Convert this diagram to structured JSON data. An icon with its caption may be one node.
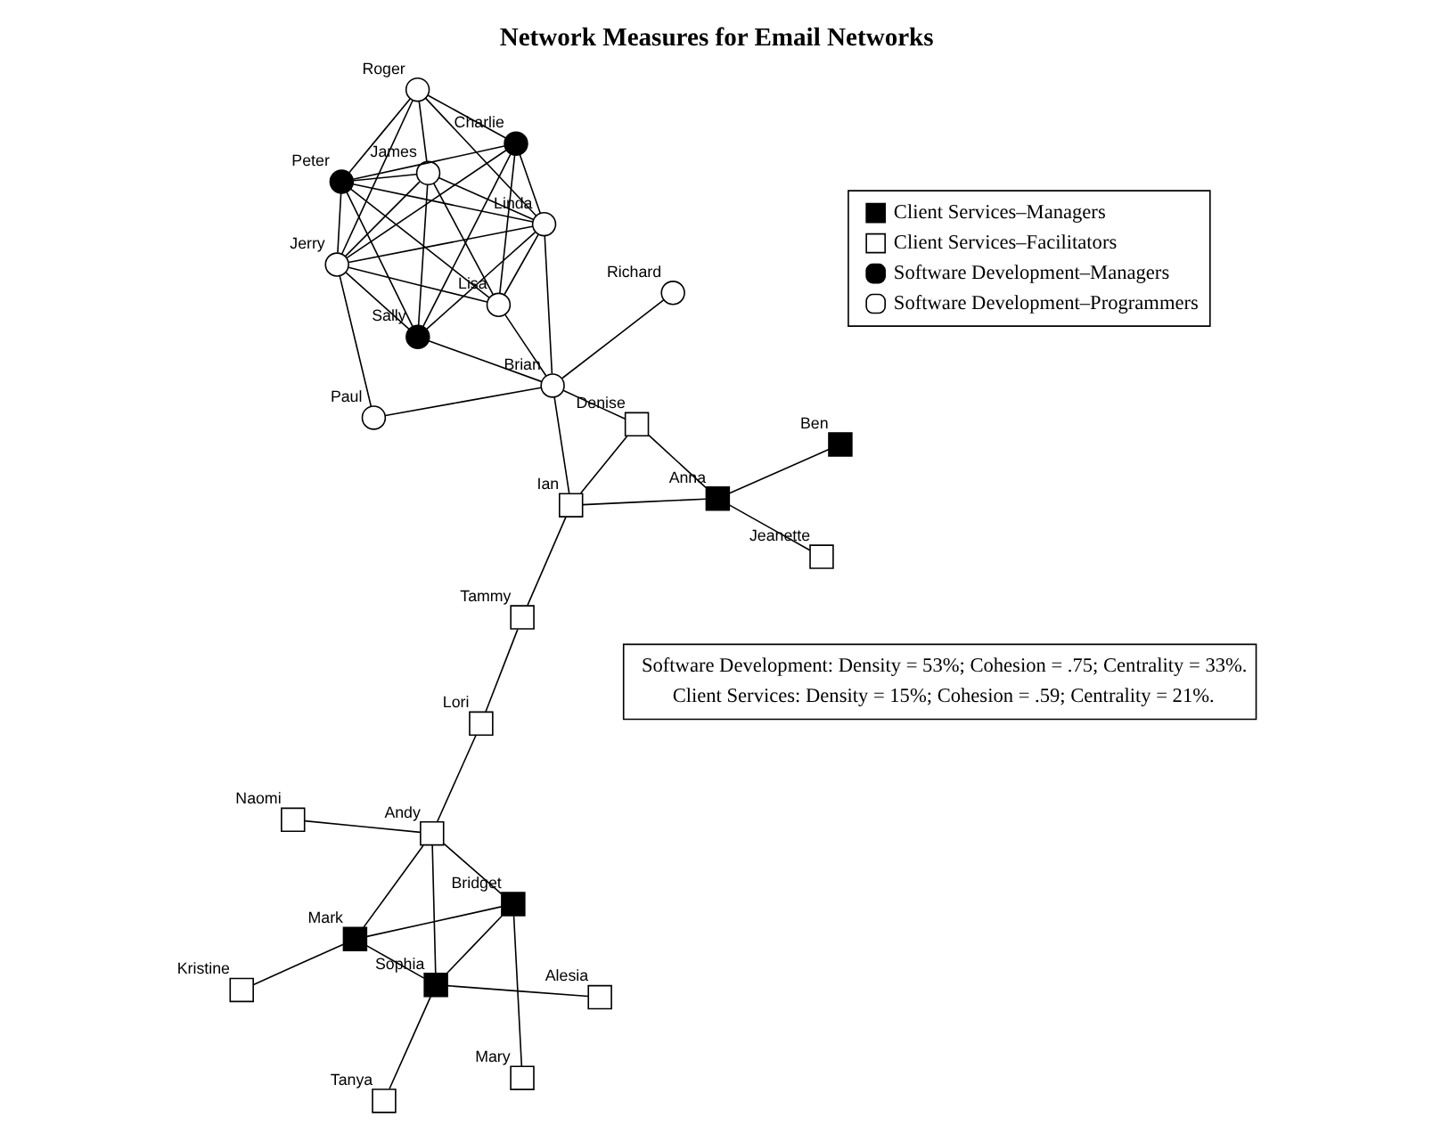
{
  "diagram": {
    "title": "Network Measures for Email Networks",
    "nodes": [
      {
        "text": [],
        "shape": "box",
        "beside": [
          "Sophia"
        ]
      },
      {
        "text": [],
        "shape": "box",
        "beside": [
          "Anna"
        ]
      },
      {
        "text": [],
        "shape": "box",
        "beside": [
          "Mark"
        ]
      },
      {
        "text": [],
        "shape": "box",
        "beside": [
          "Bridget"
        ]
      },
      {
        "text": [],
        "shape": "box",
        "beside": [
          "Ben"
        ]
      },
      {
        "text": [],
        "shape": "circle",
        "beside": [
          "Sally"
        ]
      },
      {
        "text": [],
        "shape": "circle",
        "beside": [
          "Peter"
        ]
      },
      {
        "text": [],
        "shape": "circle",
        "beside": [
          "Charlie"
        ]
      },
      {
        "text": [],
        "shape": "box",
        "beside": [
          "Jeanette"
        ]
      },
      {
        "text": [],
        "shape": "box",
        "beside": [
          "Mary"
        ]
      },
      {
        "text": [],
        "shape": "circle",
        "beside": [
          "Paul"
        ]
      },
      {
        "text": [],
        "shape": "circle",
        "beside": [
          "Jerry"
        ]
      },
      {
        "text": [],
        "shape": "circle",
        "beside": [
          "Linda"
        ]
      },
      {
        "text": [],
        "shape": "box",
        "beside": [
          "Alesia"
        ]
      },
      {
        "text": [],
        "shape": "circle",
        "beside": [
          "Lisa"
        ]
      },
      {
        "text": [],
        "shape": "box",
        "beside": [
          "Tanya"
        ]
      },
      {
        "text": [],
        "shape": "box",
        "beside": [
          "Andy"
        ]
      },
      {
        "text": [],
        "shape": "box",
        "beside": [
          "Denise"
        ]
      },
      {
        "text": [],
        "shape": "box",
        "beside": [
          "Ian"
        ]
      },
      {
        "text": [],
        "shape": "box",
        "beside": [
          "Lori"
        ]
      },
      {
        "text": [],
        "shape": "box",
        "beside": [
          "Kristine"
        ]
      },
      {
        "text": [],
        "shape": "circle",
        "beside": [
          "James"
        ]
      },
      {
        "text": [],
        "shape": "circle",
        "beside": [
          "Richard"
        ]
      },
      {
        "text": [],
        "shape": "circle",
        "beside": [
          "Roger"
        ]
      },
      {
        "text": [],
        "shape": "box",
        "beside": [
          "Naomi"
        ]
      },
      {
        "text": [],
        "shape": "box",
        "beside": [
          "Tammy"
        ]
      },
      {
        "text": [],
        "shape": "circle",
        "beside": [
          "Brian"
        ]
      }
    ],
    "edges": [
      {
        "from": 0,
        "to": 2,
        "arrow": "none"
      },
      {
        "from": 0,
        "to": 3,
        "arrow": "none"
      },
      {
        "from": 0,
        "to": 15,
        "arrow": "none"
      },
      {
        "from": 0,
        "to": 16,
        "arrow": "none"
      },
      {
        "from": 0,
        "to": 13,
        "arrow": "none"
      },
      {
        "from": 2,
        "to": 3,
        "arrow": "none"
      },
      {
        "from": 2,
        "to": 20,
        "arrow": "none"
      },
      {
        "from": 2,
        "to": 16,
        "arrow": "none"
      },
      {
        "from": 3,
        "to": 16,
        "arrow": "none"
      },
      {
        "from": 3,
        "to": 9,
        "arrow": "none"
      },
      {
        "from": 16,
        "to": 19,
        "arrow": "none"
      },
      {
        "from": 16,
        "to": 24,
        "arrow": "none"
      },
      {
        "from": 19,
        "to": 25,
        "arrow": "none"
      },
      {
        "from": 1,
        "to": 4,
        "arrow": "none"
      },
      {
        "from": 1,
        "to": 8,
        "arrow": "none"
      },
      {
        "from": 1,
        "to": 17,
        "arrow": "none"
      },
      {
        "from": 1,
        "to": 18,
        "arrow": "none"
      },
      {
        "from": 18,
        "to": 17,
        "arrow": "none"
      },
      {
        "from": 18,
        "to": 25,
        "arrow": "none"
      },
      {
        "from": 18,
        "to": 26,
        "arrow": "none"
      },
      {
        "from": 17,
        "to": 26,
        "arrow": "none"
      },
      {
        "from": 10,
        "to": 26,
        "arrow": "none"
      },
      {
        "from": 5,
        "to": 26,
        "arrow": "none"
      },
      {
        "from": 12,
        "to": 26,
        "arrow": "none"
      },
      {
        "from": 22,
        "to": 26,
        "arrow": "none"
      },
      {
        "from": 14,
        "to": 26,
        "arrow": "none"
      },
      {
        "from": 10,
        "to": 11,
        "arrow": "none"
      },
      {
        "from": 5,
        "to": 6,
        "arrow": "none"
      },
      {
        "from": 5,
        "to": 7,
        "arrow": "none"
      },
      {
        "from": 6,
        "to": 7,
        "arrow": "none"
      },
      {
        "from": 5,
        "to": 12,
        "arrow": "none"
      },
      {
        "from": 5,
        "to": 11,
        "arrow": "none"
      },
      {
        "from": 5,
        "to": 21,
        "arrow": "none"
      },
      {
        "from": 6,
        "to": 12,
        "arrow": "none"
      },
      {
        "from": 6,
        "to": 23,
        "arrow": "none"
      },
      {
        "from": 6,
        "to": 11,
        "arrow": "none"
      },
      {
        "from": 6,
        "to": 14,
        "arrow": "none"
      },
      {
        "from": 6,
        "to": 21,
        "arrow": "none"
      },
      {
        "from": 7,
        "to": 12,
        "arrow": "none"
      },
      {
        "from": 7,
        "to": 11,
        "arrow": "none"
      },
      {
        "from": 7,
        "to": 14,
        "arrow": "none"
      },
      {
        "from": 7,
        "to": 23,
        "arrow": "none"
      },
      {
        "from": 11,
        "to": 12,
        "arrow": "none"
      },
      {
        "from": 11,
        "to": 14,
        "arrow": "none"
      },
      {
        "from": 11,
        "to": 21,
        "arrow": "none"
      },
      {
        "from": 11,
        "to": 23,
        "arrow": "none"
      },
      {
        "from": 12,
        "to": 14,
        "arrow": "none"
      },
      {
        "from": 12,
        "to": 21,
        "arrow": "none"
      },
      {
        "from": 12,
        "to": 23,
        "arrow": "none"
      },
      {
        "from": 14,
        "to": 21,
        "arrow": "none"
      },
      {
        "from": 21,
        "to": 23,
        "arrow": "none"
      }
    ],
    "labels": [
      "Software Development: Density = 53%; Cohesion = .75; Centrality = 33%.",
      "Client Services: Density = 15%; Cohesion = .59; Centrality = 21%."
    ],
    "legend": [
      {
        "text": "Client Services–Managers"
      },
      {
        "text": "Client Services–Facilitators"
      },
      {
        "text": "Software Development–Managers"
      },
      {
        "text": "Software Development–Programmers"
      }
    ]
  }
}
